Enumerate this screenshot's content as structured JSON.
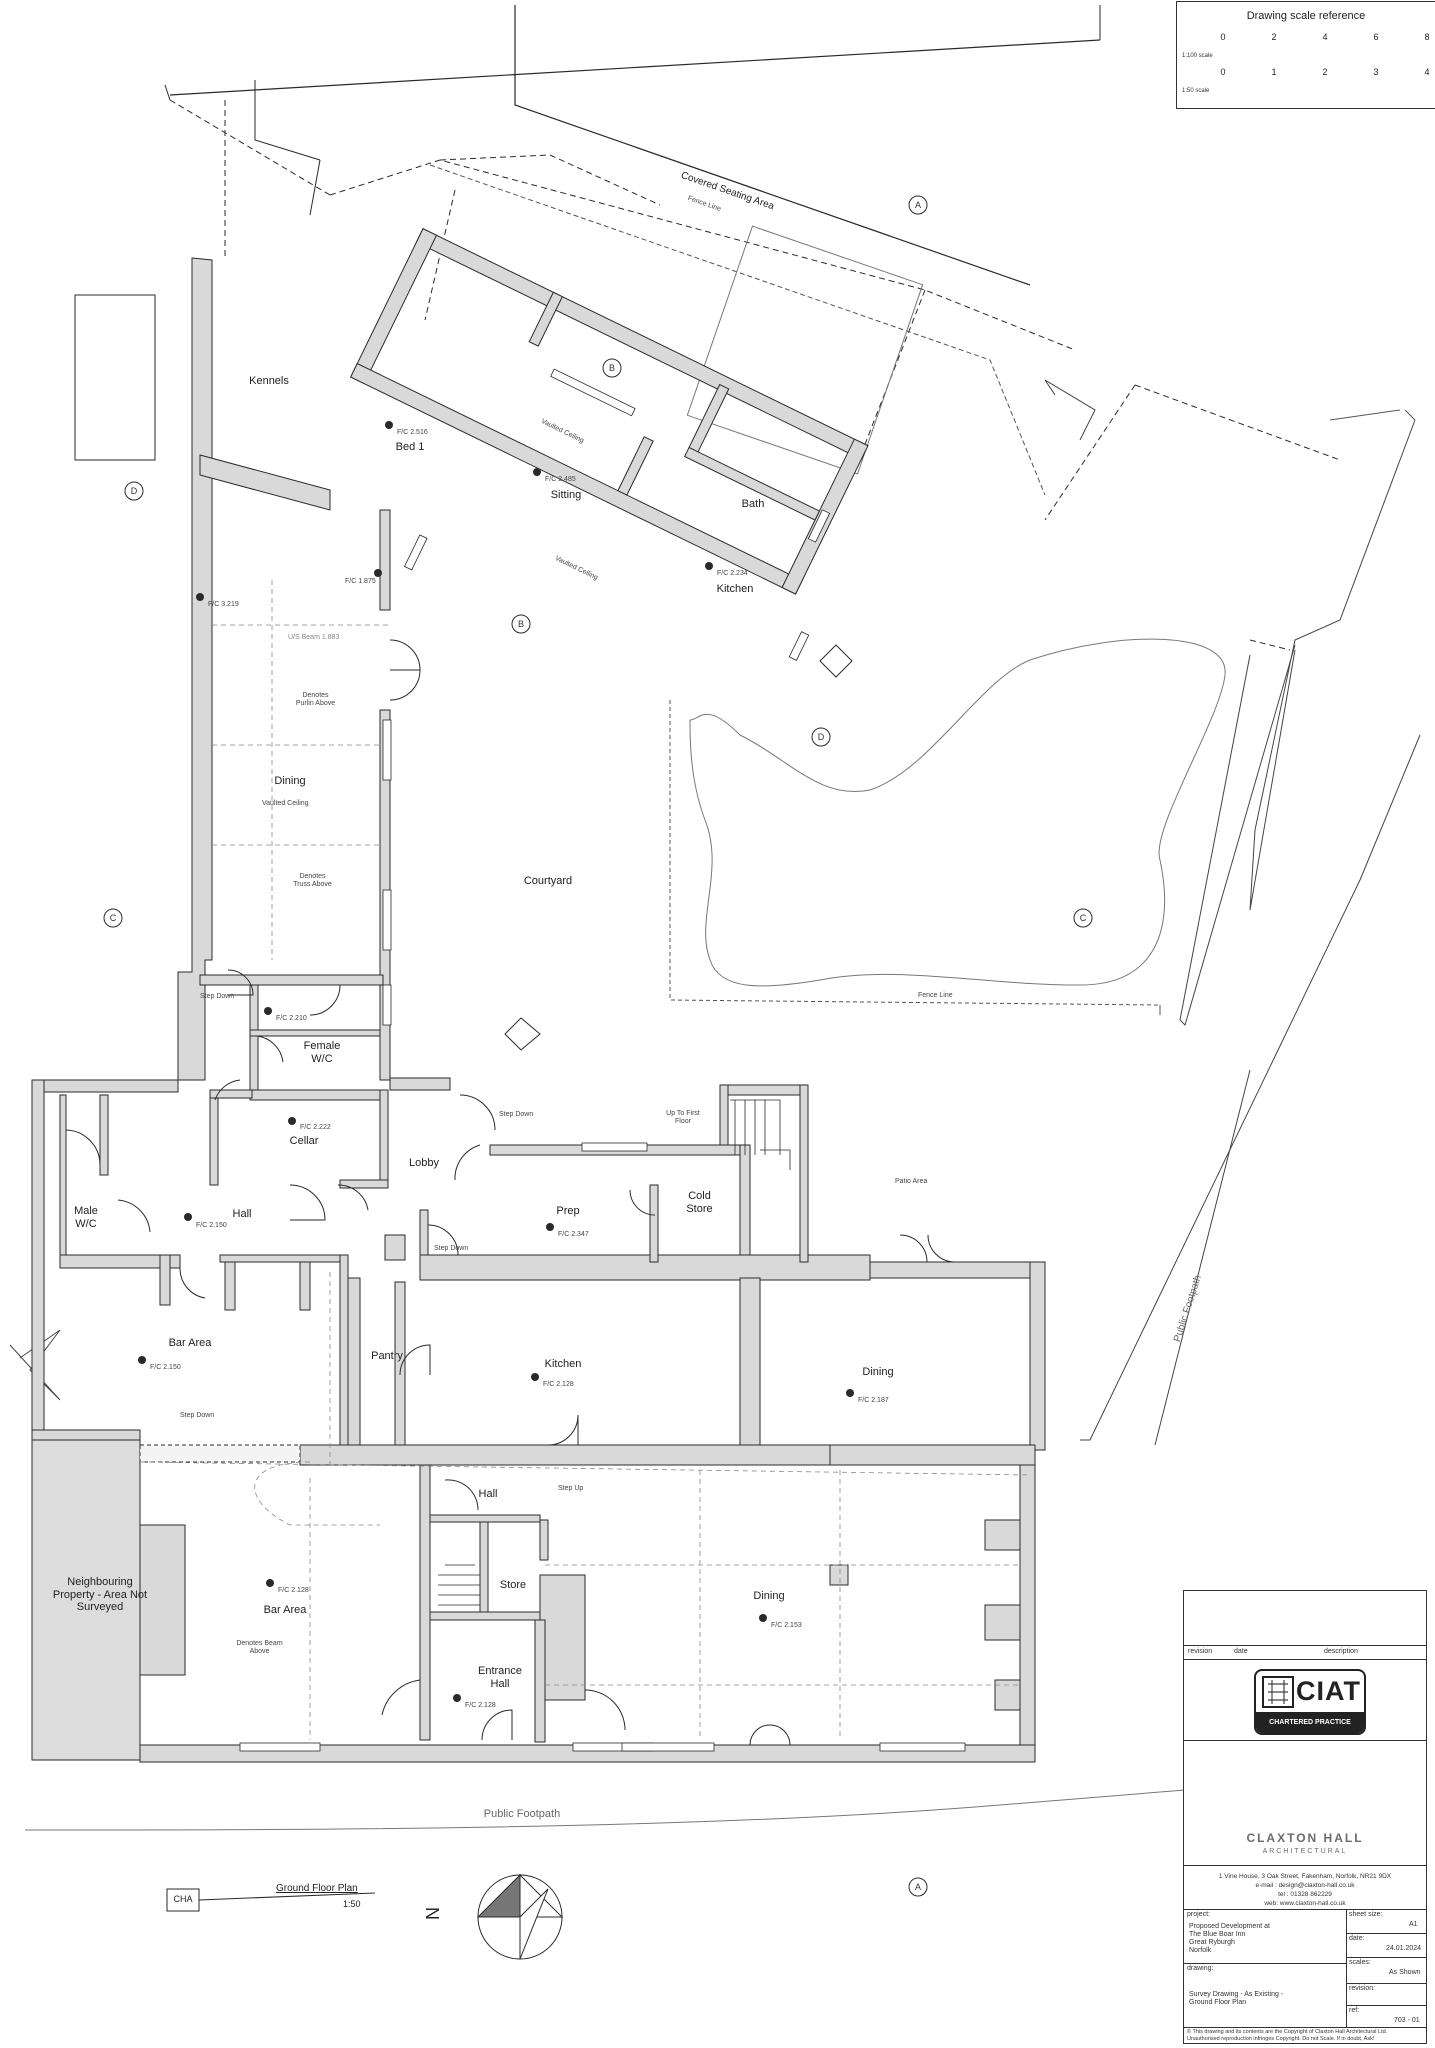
{
  "scale_reference": {
    "title": "Drawing scale reference",
    "row1_label": "1:100 scale",
    "row1_ticks": [
      "0",
      "2",
      "4",
      "6",
      "8"
    ],
    "row2_label": "1:50 scale",
    "row2_ticks": [
      "0",
      "1",
      "2",
      "3",
      "4"
    ]
  },
  "site_labels": {
    "covered_seating": "Covered Seating Area",
    "fence_line_top": "Fence Line",
    "fence_line_bottom": "Fence Line",
    "courtyard": "Courtyard",
    "patio": "Patio Area",
    "public_footpath_right": "Public Footpath",
    "public_footpath_bottom": "Public Footpath",
    "neighbouring": "Neighbouring Property - Area Not Surveyed",
    "kennels": "Kennels"
  },
  "rooms": {
    "bed1": "Bed 1",
    "sitting": "Sitting",
    "bath": "Bath",
    "kitchen_annex": "Kitchen",
    "dining_wing": "Dining",
    "female_wc": "Female W/C",
    "cellar": "Cellar",
    "lobby": "Lobby",
    "male_wc": "Male W/C",
    "hall_north": "Hall",
    "prep": "Prep",
    "cold_store": "Cold Store",
    "bar_area_north": "Bar Area",
    "pantry": "Pantry",
    "kitchen_main": "Kitchen",
    "dining_east": "Dining",
    "hall_south": "Hall",
    "store": "Store",
    "bar_area_south": "Bar Area",
    "entrance_hall": "Entrance Hall",
    "dining_south": "Dining"
  },
  "notes": {
    "vaulted_ceiling_1": "Vaulted Ceiling",
    "vaulted_ceiling_2": "Vaulted Ceiling",
    "vaulted_ceiling_3": "Vaulted Ceiling",
    "denotes_purlin": "Denotes Purlin Above",
    "denotes_truss": "Denotes Truss Above",
    "denotes_beam": "Denotes Beam Above",
    "ush_beam": "U/S Beam 1.883",
    "step_down_1": "Step Down",
    "step_down_2": "Step Down",
    "step_down_3": "Step Down",
    "step_down_4": "Step Down",
    "step_up": "Step Up",
    "up_to_first_floor": "Up To First Floor"
  },
  "levels": {
    "fc_2516": "F/C 2.516",
    "fc_2485": "F/C 2.485",
    "fc_2234": "F/C 2.234",
    "fc_1875": "F/C 1.875",
    "fc_3219": "F/C 3.219",
    "fc_2210": "F/C 2.210",
    "fc_2222": "F/C 2.222",
    "fc_2150_hall": "F/C 2.150",
    "fc_2347": "F/C 2.347",
    "fc_2150_bar": "F/C 2.150",
    "fc_2128_kitchen": "F/C 2.128",
    "fc_2187": "F/C 2.187",
    "fc_2128_bar": "F/C 2.128",
    "fc_2128_entrance": "F/C 2.128",
    "fc_2153": "F/C 2.153"
  },
  "section_markers": {
    "a_top": "A",
    "a_bottom": "A",
    "b_top": "B",
    "b_mid": "B",
    "c_left": "C",
    "c_right": "C",
    "d_left": "D",
    "d_mid": "D"
  },
  "drawing_title": {
    "ref": "CHA",
    "name": "Ground Floor Plan",
    "scale": "1:50",
    "north": "N"
  },
  "title_block": {
    "head_revision": "revision",
    "head_date": "date",
    "head_description": "description",
    "ciat_word": "CIAT",
    "ciat_band": "CHARTERED PRACTICE",
    "company": "CLAXTON HALL",
    "company_sub": "ARCHITECTURAL",
    "address": "1 Vine House, 3 Oak Street, Fakenham, Norfolk, NR21 9DX",
    "email": "e-mail : design@claxton-hall.co.uk",
    "tel": "tel : 01328 862229",
    "web": "web: www.claxton-hall.co.uk",
    "project_label": "project:",
    "project_lines": [
      "Proposed Development at",
      "The Blue Boar Inn",
      "Great Ryburgh",
      "Norfolk"
    ],
    "sheet_size_label": "sheet size:",
    "sheet_size": "A1",
    "date_label": "date:",
    "date": "24.01.2024",
    "scales_label": "scales:",
    "scales": "As Shown",
    "revision_label": "revision:",
    "revision": "",
    "drawing_label": "drawing:",
    "drawing_lines": [
      "Survey Drawing - As Existing -",
      "Ground Floor Plan"
    ],
    "ref_label": "ref:",
    "ref": "703 - 01",
    "copyright_1": "© This drawing and its contents are the Copyright of Claxton Hall Architectural Ltd.",
    "copyright_2": "Unauthorised reproduction infringes Copyright. Do not Scale. If in doubt, Ask!"
  },
  "colors": {
    "wall_fill": "#d9d9d9",
    "line": "#2a2a2a",
    "ch_green": "#8cc63f",
    "ch_grey": "#6b6b6b"
  }
}
